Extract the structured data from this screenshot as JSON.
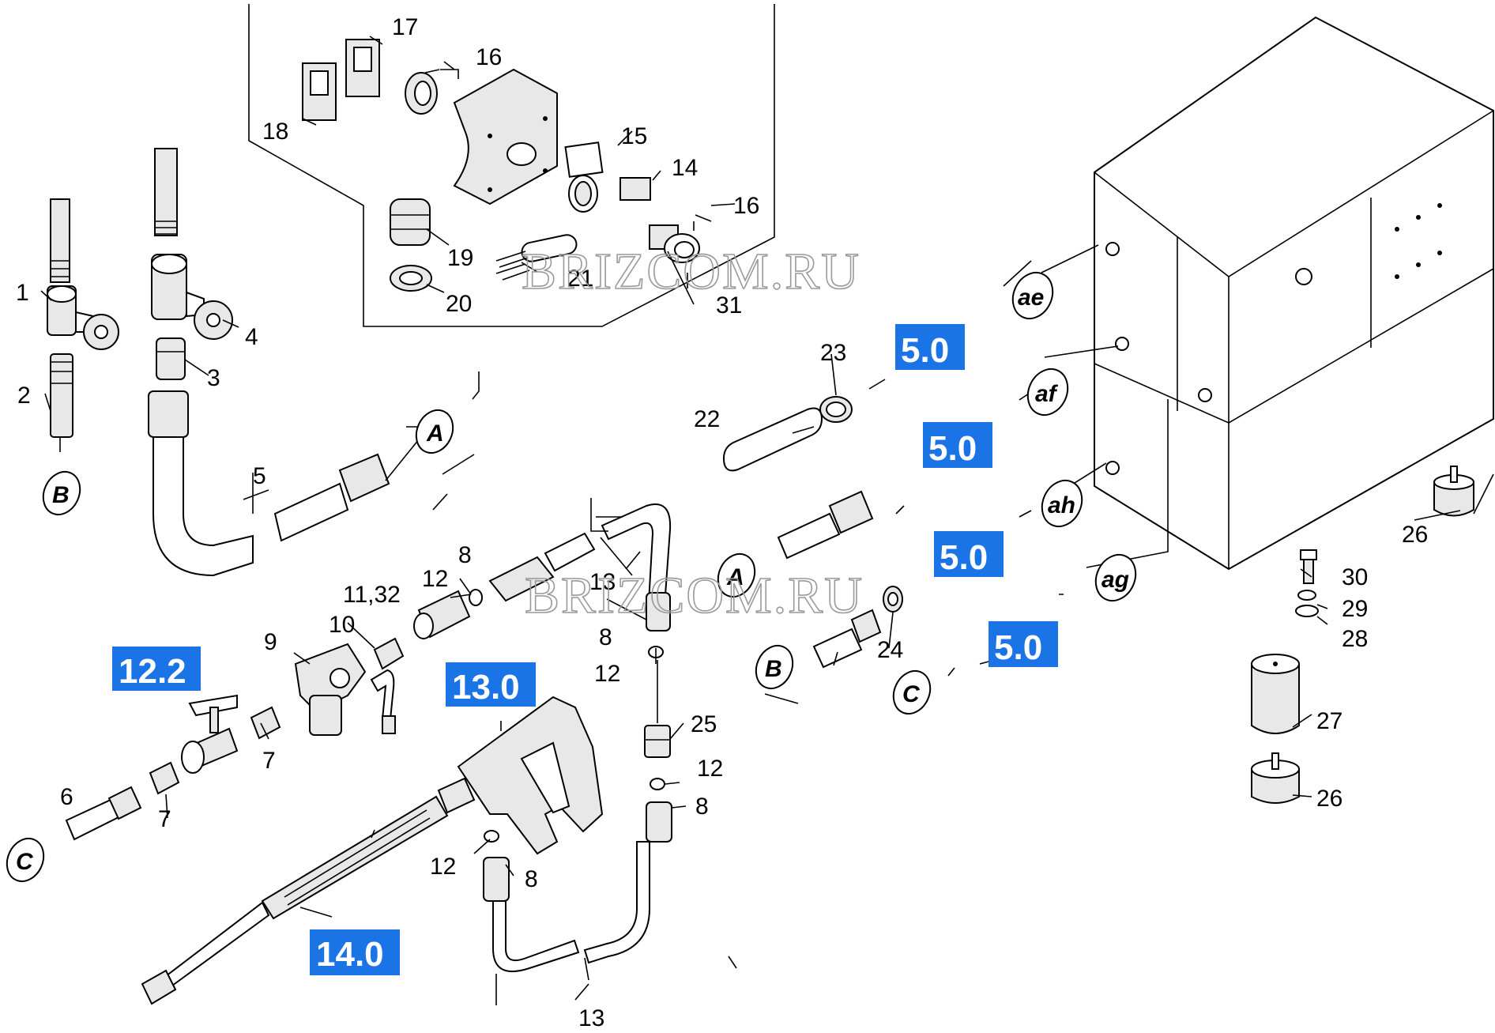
{
  "watermark": "BRIZCOM.RU",
  "badge_color": "#1b74e6",
  "part_numbers": {
    "p1": "1",
    "p2": "2",
    "p3": "3",
    "p4": "4",
    "p5": "5",
    "p6": "6",
    "p7a": "7",
    "p7b": "7",
    "p8a": "8",
    "p8b": "8",
    "p8c": "8",
    "p8d": "8",
    "p9": "9",
    "p10": "10",
    "p11_32": "11,32",
    "p12a": "12",
    "p12b": "12",
    "p12c": "12",
    "p12d": "12",
    "p13a": "13",
    "p13b": "13",
    "p14": "14",
    "p15": "15",
    "p16a": "16",
    "p16b": "16",
    "p17": "17",
    "p18": "18",
    "p19": "19",
    "p20": "20",
    "p21": "21",
    "p22": "22",
    "p23": "23",
    "p24": "24",
    "p25": "25",
    "p26a": "26",
    "p26b": "26",
    "p27": "27",
    "p28": "28",
    "p29": "29",
    "p30": "30",
    "p31": "31"
  },
  "connectors": {
    "a_left": "A",
    "b_left": "B",
    "c_left": "C",
    "a_mid": "A",
    "b_mid": "B",
    "c_mid": "C",
    "ae": "ae",
    "af": "af",
    "ah": "ah",
    "ag": "ag"
  },
  "badges": {
    "b50_ae": "5.0",
    "b50_af": "5.0",
    "b50_ah": "5.0",
    "b50_ag": "5.0",
    "b122": "12.2",
    "b130": "13.0",
    "b140": "14.0"
  }
}
